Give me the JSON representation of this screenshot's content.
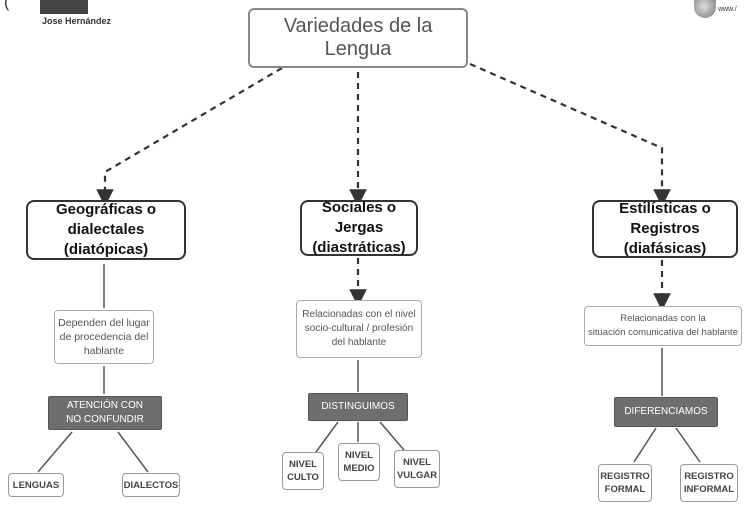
{
  "header": {
    "author": "Jose Hernández",
    "paren": "(",
    "url_fragment": "www./"
  },
  "title": "Variedades de la Lengua",
  "branches": [
    {
      "category": [
        "Geográficas o dialectales",
        "(diatópicas)"
      ],
      "description": [
        "Dependen del lugar",
        "de procedencia del",
        "hablante"
      ],
      "connector": [
        "ATENCIÓN CON",
        "NO CONFUNDIR"
      ],
      "leaves": [
        [
          "LENGUAS"
        ],
        [
          "DIALECTOS"
        ]
      ]
    },
    {
      "category": [
        "Sociales o Jergas",
        "(diastráticas)"
      ],
      "description": [
        "Relacionadas con el nivel",
        "socio-cultural / profesión",
        "del hablante"
      ],
      "connector": [
        "DISTINGUIMOS"
      ],
      "leaves": [
        [
          "NIVEL",
          "CULTO"
        ],
        [
          "NIVEL",
          "MEDIO"
        ],
        [
          "NIVEL",
          "VULGAR"
        ]
      ]
    },
    {
      "category": [
        "Estilísticas o Registros",
        "(diafásicas)"
      ],
      "description": [
        "Relacionadas con la",
        "situación comunicativa del hablante"
      ],
      "connector": [
        "DIFERENCIAMOS"
      ],
      "leaves": [
        [
          "REGISTRO",
          "FORMAL"
        ],
        [
          "REGISTRO",
          "INFORMAL"
        ]
      ]
    }
  ]
}
